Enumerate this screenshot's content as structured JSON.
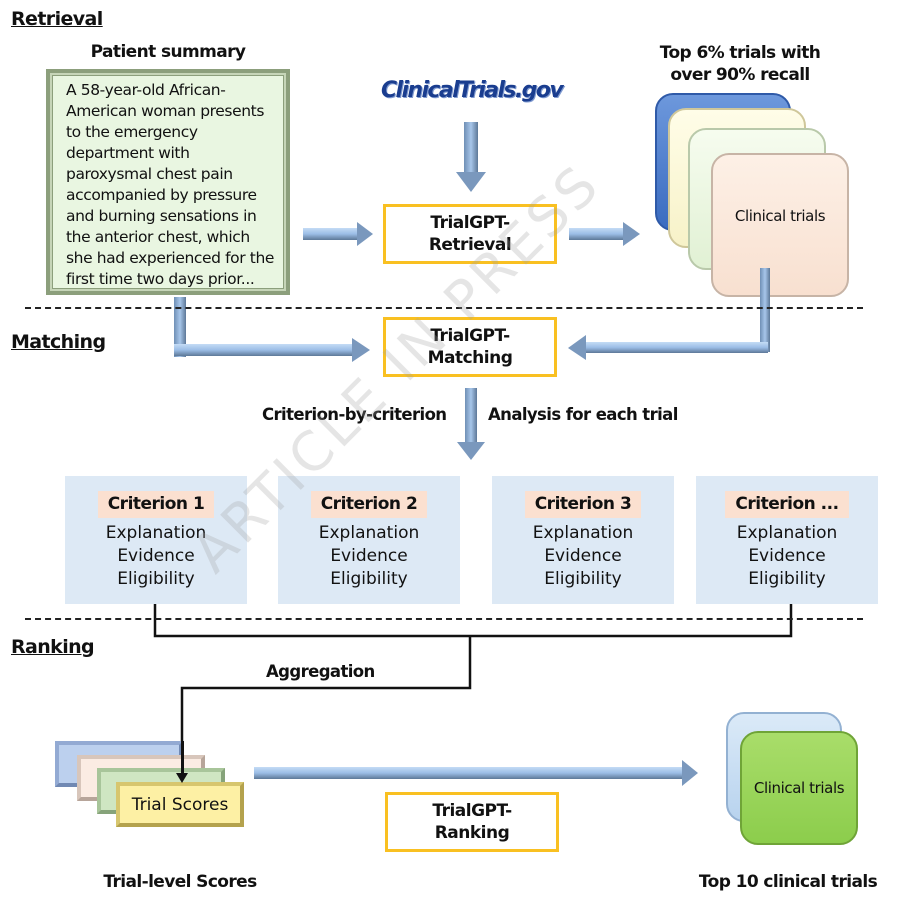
{
  "sections": {
    "retrieval": "Retrieval",
    "matching": "Matching",
    "ranking": "Ranking"
  },
  "retrieval": {
    "patient_summary_title": "Patient summary",
    "patient_summary_lines": [
      "A 58-year-old African-",
      "American woman presents",
      "to the emergency",
      "department with",
      "paroxysmal chest pain",
      "accompanied by pressure",
      "and burning sensations in",
      "the anterior chest, which",
      "she had experienced for the",
      "first time two days prior..."
    ],
    "source_logo": "ClinicalTrials.gov",
    "module": {
      "line1": "TrialGPT-",
      "line2": "Retrieval"
    },
    "output_title_line1": "Top 6% trials with",
    "output_title_line2": "over 90% recall",
    "output_card_label": "Clinical trials"
  },
  "matching": {
    "module": {
      "line1": "TrialGPT-",
      "line2": "Matching"
    },
    "left_caption": "Criterion-by-criterion",
    "right_caption": "Analysis for each trial",
    "criteria": [
      {
        "title": "Criterion 1",
        "items": [
          "Explanation",
          "Evidence",
          "Eligibility"
        ]
      },
      {
        "title": "Criterion 2",
        "items": [
          "Explanation",
          "Evidence",
          "Eligibility"
        ]
      },
      {
        "title": "Criterion 3",
        "items": [
          "Explanation",
          "Evidence",
          "Eligibility"
        ]
      },
      {
        "title": "Criterion ...",
        "items": [
          "Explanation",
          "Evidence",
          "Eligibility"
        ]
      }
    ]
  },
  "ranking": {
    "aggregation_label": "Aggregation",
    "scores_card_label": "Trial Scores",
    "scores_caption": "Trial-level Scores",
    "module": {
      "line1": "TrialGPT-",
      "line2": "Ranking"
    },
    "output_card_label": "Clinical trials",
    "output_caption": "Top 10 clinical trials"
  },
  "watermark": "ARTICLE IN PRESS",
  "colors": {
    "module_border": "#f9c021",
    "arrow_light": "#a9c8ec",
    "arrow_dark": "#5f7fa3",
    "criterion_bg": "#dde9f5",
    "criterion_title_bg": "#fbe0d0"
  }
}
